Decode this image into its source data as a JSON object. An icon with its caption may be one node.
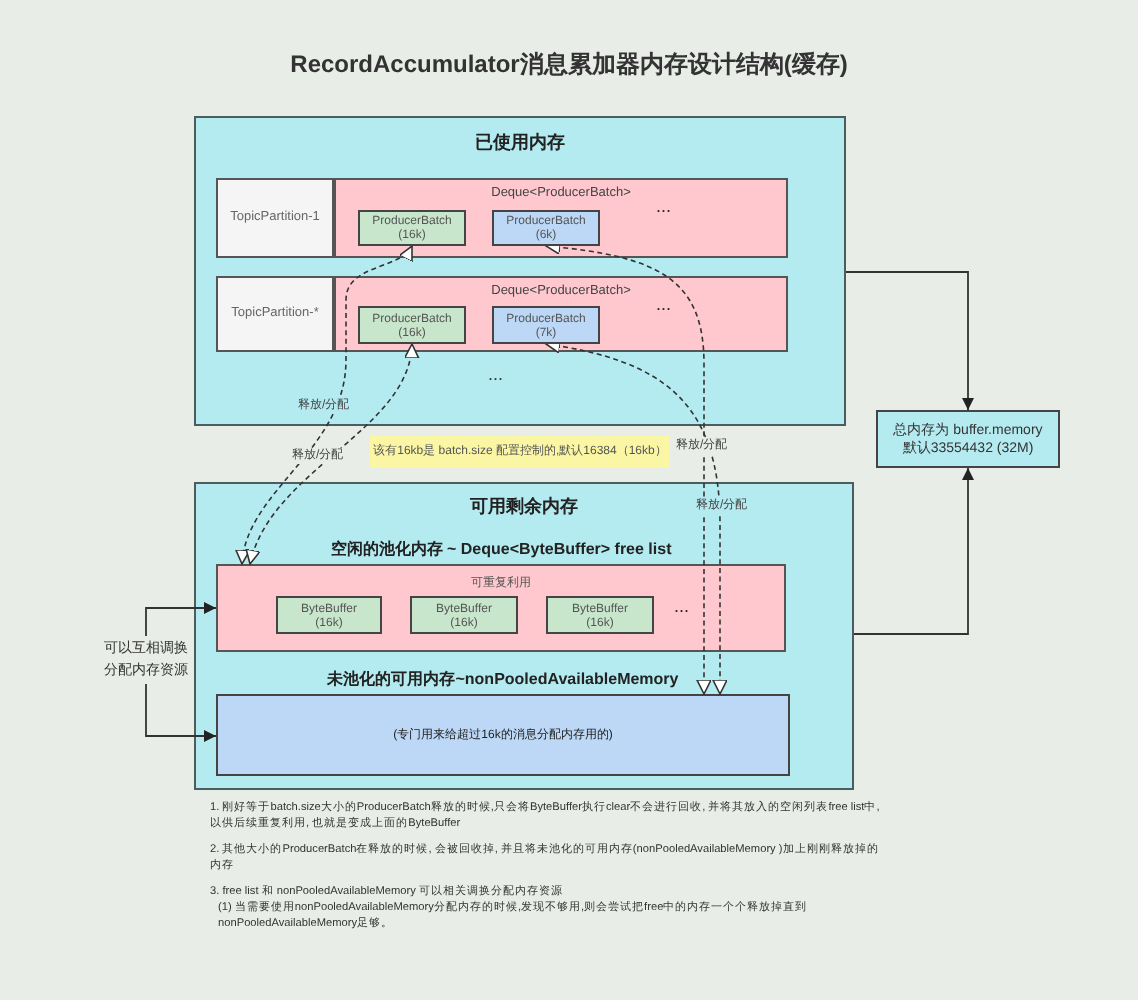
{
  "diagram": {
    "title": "RecordAccumulator消息累加器内存设计结构(缓存)",
    "nodes": [
      {
        "text": [
          "已使用内存"
        ]
      },
      {
        "text": [
          "TopicPartition-1"
        ],
        "in": 0
      },
      {
        "text": [
          "Deque<ProducerBatch>",
          "..."
        ],
        "in": 0
      },
      {
        "text": [
          "ProducerBatch (16k)"
        ],
        "in": 2
      },
      {
        "text": [
          "ProducerBatch (6k)"
        ],
        "in": 2
      },
      {
        "text": [
          "TopicPartition-*"
        ],
        "in": 0
      },
      {
        "text": [
          "Deque<ProducerBatch>",
          "..."
        ],
        "in": 0
      },
      {
        "text": [
          "ProducerBatch (16k)"
        ],
        "in": 6
      },
      {
        "text": [
          "ProducerBatch (7k)"
        ],
        "in": 6
      },
      {
        "text": [
          "该有16kb是 batch.size 配置控制的,默认16384（16kb）"
        ]
      },
      {
        "text": [
          "可用剩余内存"
        ]
      },
      {
        "text": [
          "空闲的池化内存 ~ Deque<ByteBuffer> free list",
          "可重复利用",
          "..."
        ],
        "in": 10
      },
      {
        "text": [
          "ByteBuffer (16k)"
        ],
        "in": 11
      },
      {
        "text": [
          "ByteBuffer (16k)"
        ],
        "in": 11
      },
      {
        "text": [
          "ByteBuffer (16k)"
        ],
        "in": 11
      },
      {
        "text": [
          "未池化的可用内存~nonPooledAvailableMemory",
          "(专门用来给超过16k的消息分配内存用的)"
        ],
        "in": 10
      },
      {
        "text": [
          "总内存为 buffer.memory 默认33554432 (32M)"
        ]
      },
      {
        "text": [
          "可以互相调换分配内存资源"
        ]
      }
    ],
    "edges": [
      {
        "from": 3,
        "to": 11,
        "arrow": "both",
        "style": "dashed",
        "label": "释放/分配"
      },
      {
        "from": 7,
        "to": 11,
        "arrow": "both",
        "style": "dashed",
        "label": "释放/分配"
      },
      {
        "from": 4,
        "to": 15,
        "arrow": "both",
        "style": "dashed",
        "label": "释放/分配"
      },
      {
        "from": 8,
        "to": 15,
        "arrow": "both",
        "style": "dashed",
        "label": "释放/分配"
      },
      {
        "from": 0,
        "to": 16,
        "arrow": "to"
      },
      {
        "from": 10,
        "to": 16,
        "arrow": "to"
      },
      {
        "from": 17,
        "to": 11,
        "arrow": "to"
      },
      {
        "from": 17,
        "to": 15,
        "arrow": "to"
      }
    ],
    "labels": [
      "...",
      "1. 刚好等于batch.size大小的ProducerBatch释放的时候,只会将ByteBuffer执行clear不会进行回收, 并将其放入的空闲列表free list中, 以供后续重复利用, 也就是变成上面的ByteBuffer",
      "2. 其他大小的ProducerBatch在释放的时候, 会被回收掉, 并且将未池化的可用内存(nonPooledAvailableMemory )加上刚刚释放掉的内存",
      "3. free list 和 nonPooledAvailableMemory 可以相关调换分配内存资源",
      "(1) 当需要使用nonPooledAvailableMemory分配内存的时候,发现不够用,则会尝试把free中的内存一个个释放掉直到nonPooledAvailableMemory足够。"
    ]
  }
}
